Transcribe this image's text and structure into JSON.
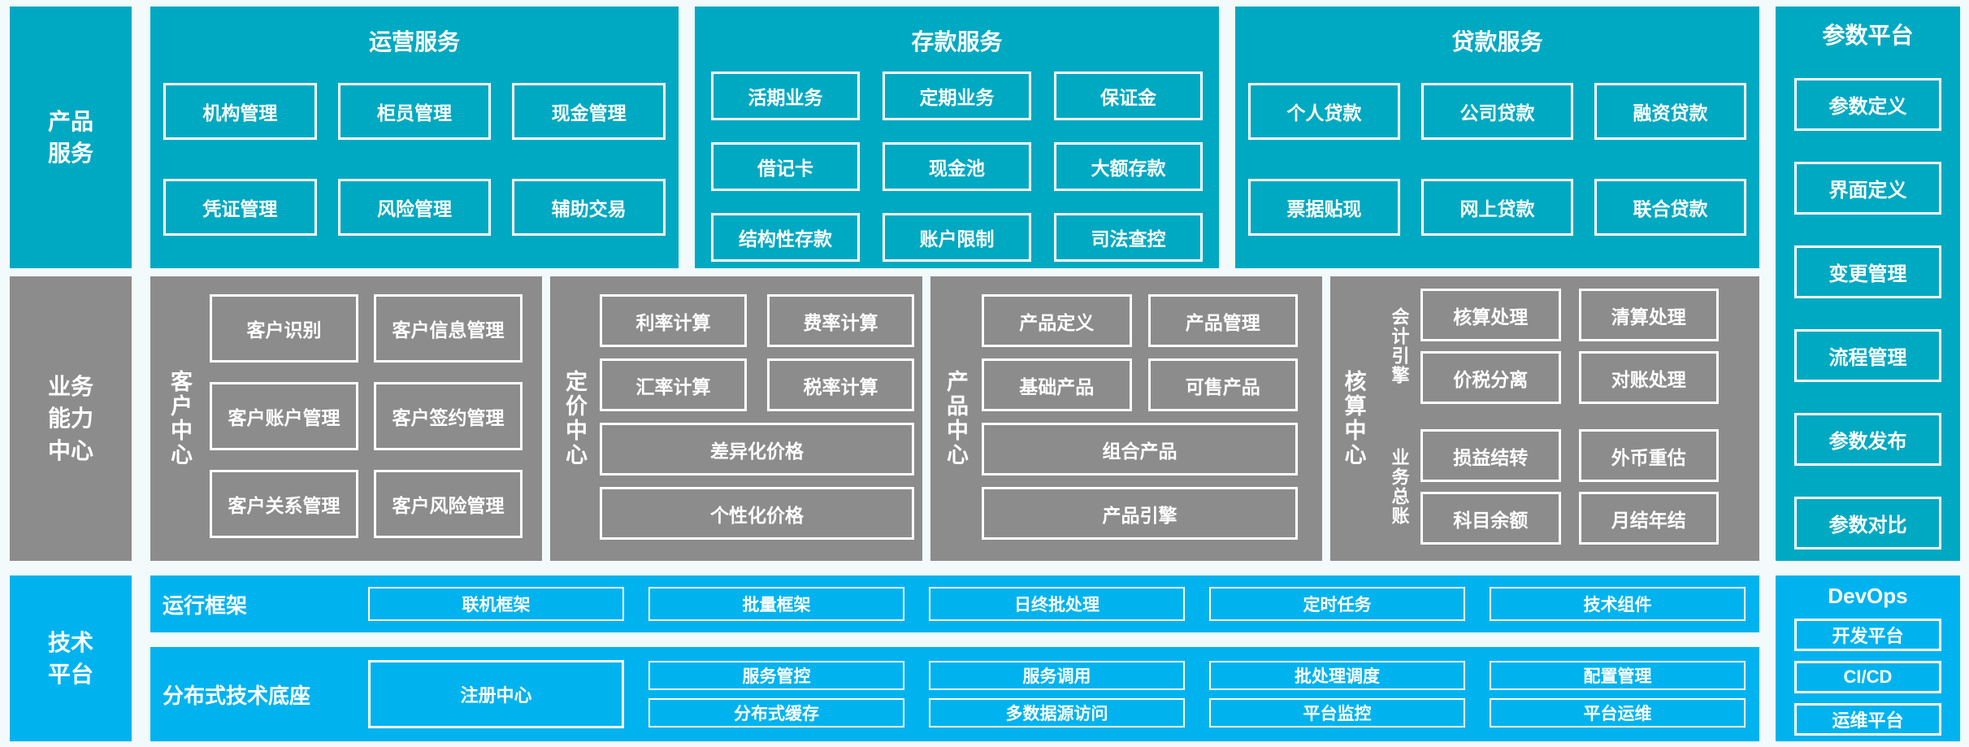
{
  "palette": {
    "teal": "#00A9C2",
    "gray": "#8C8C8C",
    "blue": "#00B3EF",
    "page_bg": "#F3FAFC",
    "text": "#FFFFFF"
  },
  "left_labels": {
    "product_services": "产品\n服务",
    "business_capability": "业务\n能力\n中心",
    "technology_platform": "技术\n平台"
  },
  "product_row": {
    "panels": [
      {
        "title": "运营服务",
        "items": [
          "机构管理",
          "柜员管理",
          "现金管理",
          "凭证管理",
          "风险管理",
          "辅助交易"
        ]
      },
      {
        "title": "存款服务",
        "items": [
          "活期业务",
          "定期业务",
          "保证金",
          "借记卡",
          "现金池",
          "大额存款",
          "结构性存款",
          "账户限制",
          "司法查控"
        ]
      },
      {
        "title": "贷款服务",
        "items": [
          "个人贷款",
          "公司贷款",
          "融资贷款",
          "票据贴现",
          "网上贷款",
          "联合贷款"
        ]
      }
    ]
  },
  "business_row": {
    "centers": [
      {
        "side_label": "客户中心",
        "items": [
          "客户识别",
          "客户信息管理",
          "客户账户管理",
          "客户签约管理",
          "客户关系管理",
          "客户风险管理"
        ]
      },
      {
        "side_label": "定价中心",
        "items": [
          "利率计算",
          "费率计算",
          "汇率计算",
          "税率计算",
          {
            "label": "差异化价格",
            "span": 2
          },
          {
            "label": "个性化价格",
            "span": 2
          }
        ]
      },
      {
        "side_label": "产品中心",
        "items": [
          "产品定义",
          "产品管理",
          "基础产品",
          "可售产品",
          {
            "label": "组合产品",
            "span": 2
          },
          {
            "label": "产品引擎",
            "span": 2
          }
        ]
      },
      {
        "side_label": "核算中心",
        "groups": [
          {
            "side_label": "会计引擎",
            "items": [
              "核算处理",
              "清算处理",
              "价税分离",
              "对账处理"
            ]
          },
          {
            "side_label": "业务总账",
            "items": [
              "损益结转",
              "外币重估",
              "科目余额",
              "月结年结"
            ]
          }
        ]
      }
    ]
  },
  "tech_row": {
    "bands": [
      {
        "label": "运行框架",
        "items": [
          "联机框架",
          "批量框架",
          "日终批处理",
          "定时任务",
          "技术组件"
        ]
      },
      {
        "label": "分布式技术底座",
        "registry": "注册中心",
        "grid_items": [
          "服务管控",
          "服务调用",
          "批处理调度",
          "配置管理",
          "分布式缓存",
          "多数据源访问",
          "平台监控",
          "平台运维"
        ]
      }
    ]
  },
  "right_column": {
    "parameter_platform": {
      "title": "参数平台",
      "items": [
        "参数定义",
        "界面定义",
        "变更管理",
        "流程管理",
        "参数发布",
        "参数对比"
      ]
    },
    "devops": {
      "title": "DevOps",
      "items": [
        "开发平台",
        "CI/CD",
        "运维平台"
      ]
    }
  }
}
